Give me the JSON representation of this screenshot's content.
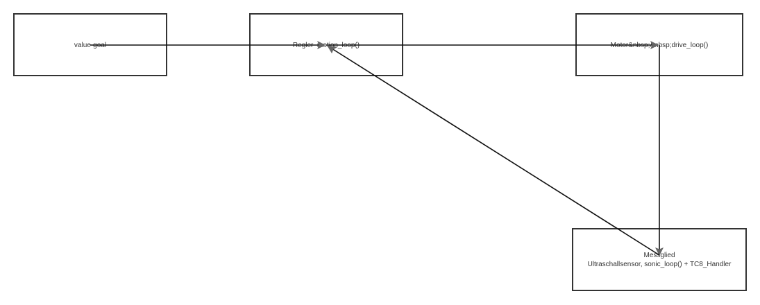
{
  "diagram": {
    "nodes": {
      "value_goal": {
        "label_lines": [
          "value-goal"
        ]
      },
      "regler": {
        "label_lines": [
          "Regler  motion_loop()"
        ]
      },
      "motor": {
        "label_lines": [
          "Motor&nbsp;&nbsp;drive_loop()"
        ]
      },
      "messglied": {
        "label_lines": [
          "Messglied",
          "Ultraschallsensor, sonic_loop() + TC8_Handler"
        ]
      }
    },
    "edges": [
      {
        "from": "value-goal",
        "to": "Regler"
      },
      {
        "from": "Regler",
        "to": "Motor"
      },
      {
        "from": "Motor",
        "to": "Messglied"
      },
      {
        "from": "Messglied",
        "to": "Regler"
      }
    ],
    "colors": {
      "box_stroke": "#333333",
      "edge": "#111111",
      "arrowhead": "#666666",
      "text": "#333333"
    }
  }
}
